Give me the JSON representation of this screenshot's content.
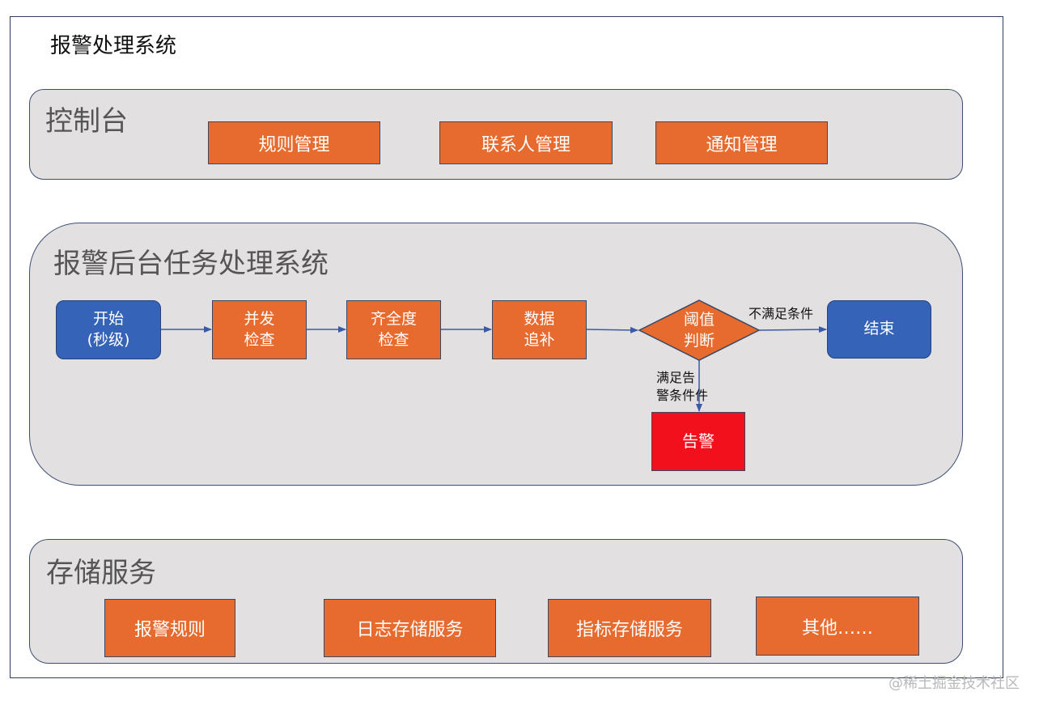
{
  "title": "报警处理系统",
  "console": {
    "title": "控制台",
    "items": [
      "规则管理",
      "联系人管理",
      "通知管理"
    ]
  },
  "backend": {
    "title": "报警后台任务处理系统",
    "start": [
      "开始",
      "(秒级)"
    ],
    "concurrency": [
      "并发",
      "检查"
    ],
    "completeness": [
      "齐全度",
      "检查"
    ],
    "backfill": [
      "数据",
      "追补"
    ],
    "decision": [
      "阈值",
      "判断"
    ],
    "end": "结束",
    "alert": "告警",
    "label_not_met": "不满足条件",
    "label_met": [
      "满足告",
      "警条件件"
    ]
  },
  "storage": {
    "title": "存储服务",
    "items": [
      "报警规则",
      "日志存储服务",
      "指标存储服务",
      "其他……"
    ]
  },
  "watermark": "@稀土掘金技术社区",
  "colors": {
    "orange": "#e76a2e",
    "blue": "#3563b7",
    "red": "#f2101c",
    "panel": "#e3e0e2",
    "arrow": "#3a5aa8"
  }
}
